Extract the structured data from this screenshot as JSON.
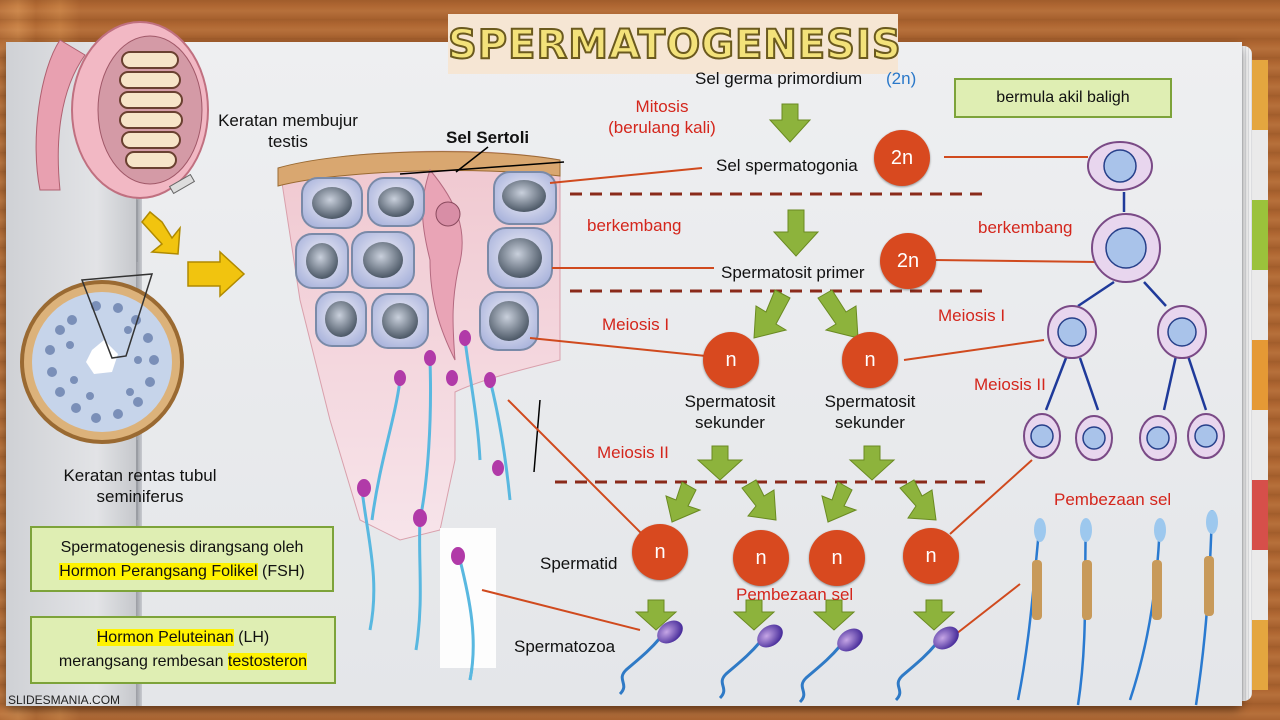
{
  "title": "SPERMATOGENESIS",
  "footer": "SLIDESMANIA.COM",
  "colors": {
    "accent_circle": "#d8491f",
    "arrow_green": "#8db33c",
    "label_red": "#d4261c",
    "label_blue": "#2a78c9",
    "box_green": "#dfeeb3",
    "highlight": "#fff200"
  },
  "labels": {
    "primordial": "Sel germa primordium",
    "primordial_ploidy": "(2n)",
    "mitosis": "Mitosis",
    "mitosis_note": "(berulang kali)",
    "spermatogonia": "Sel spermatogonia",
    "develop_left": "berkembang",
    "develop_right": "berkembang",
    "primary": "Spermatosit primer",
    "meiosis1_left": "Meiosis I",
    "meiosis1_right": "Meiosis I",
    "secondary_a_1": "Spermatosit",
    "secondary_a_2": "sekunder",
    "secondary_b_1": "Spermatosit",
    "secondary_b_2": "sekunder",
    "meiosis2_left": "Meiosis II",
    "meiosis2_right": "Meiosis II",
    "spermatid": "Spermatid",
    "differentiation_center": "Pembezaan sel",
    "differentiation_right": "Pembezaan sel",
    "spermatozoa": "Spermatozoa",
    "sertoli": "Sel Sertoli",
    "longitudinal_1": "Keratan membujur",
    "longitudinal_2": "testis",
    "cross_1": "Keratan rentas tubul",
    "cross_2": "seminiferus"
  },
  "circles": {
    "c1": "2n",
    "c2": "2n",
    "c3": "n",
    "c4": "n",
    "c5": "n",
    "c6": "n",
    "c7": "n",
    "c8": "n"
  },
  "boxes": {
    "puberty": "bermula akil baligh",
    "fsh_line1": "Spermatogenesis dirangsang oleh",
    "fsh_hl": "Hormon Perangsang Folikel",
    "fsh_tail": " (FSH)",
    "lh_hl": "Hormon Peluteinan",
    "lh_tail": " (LH)",
    "lh_line2_pre": "merangsang rembesan ",
    "lh_line2_hl": "testosteron"
  }
}
